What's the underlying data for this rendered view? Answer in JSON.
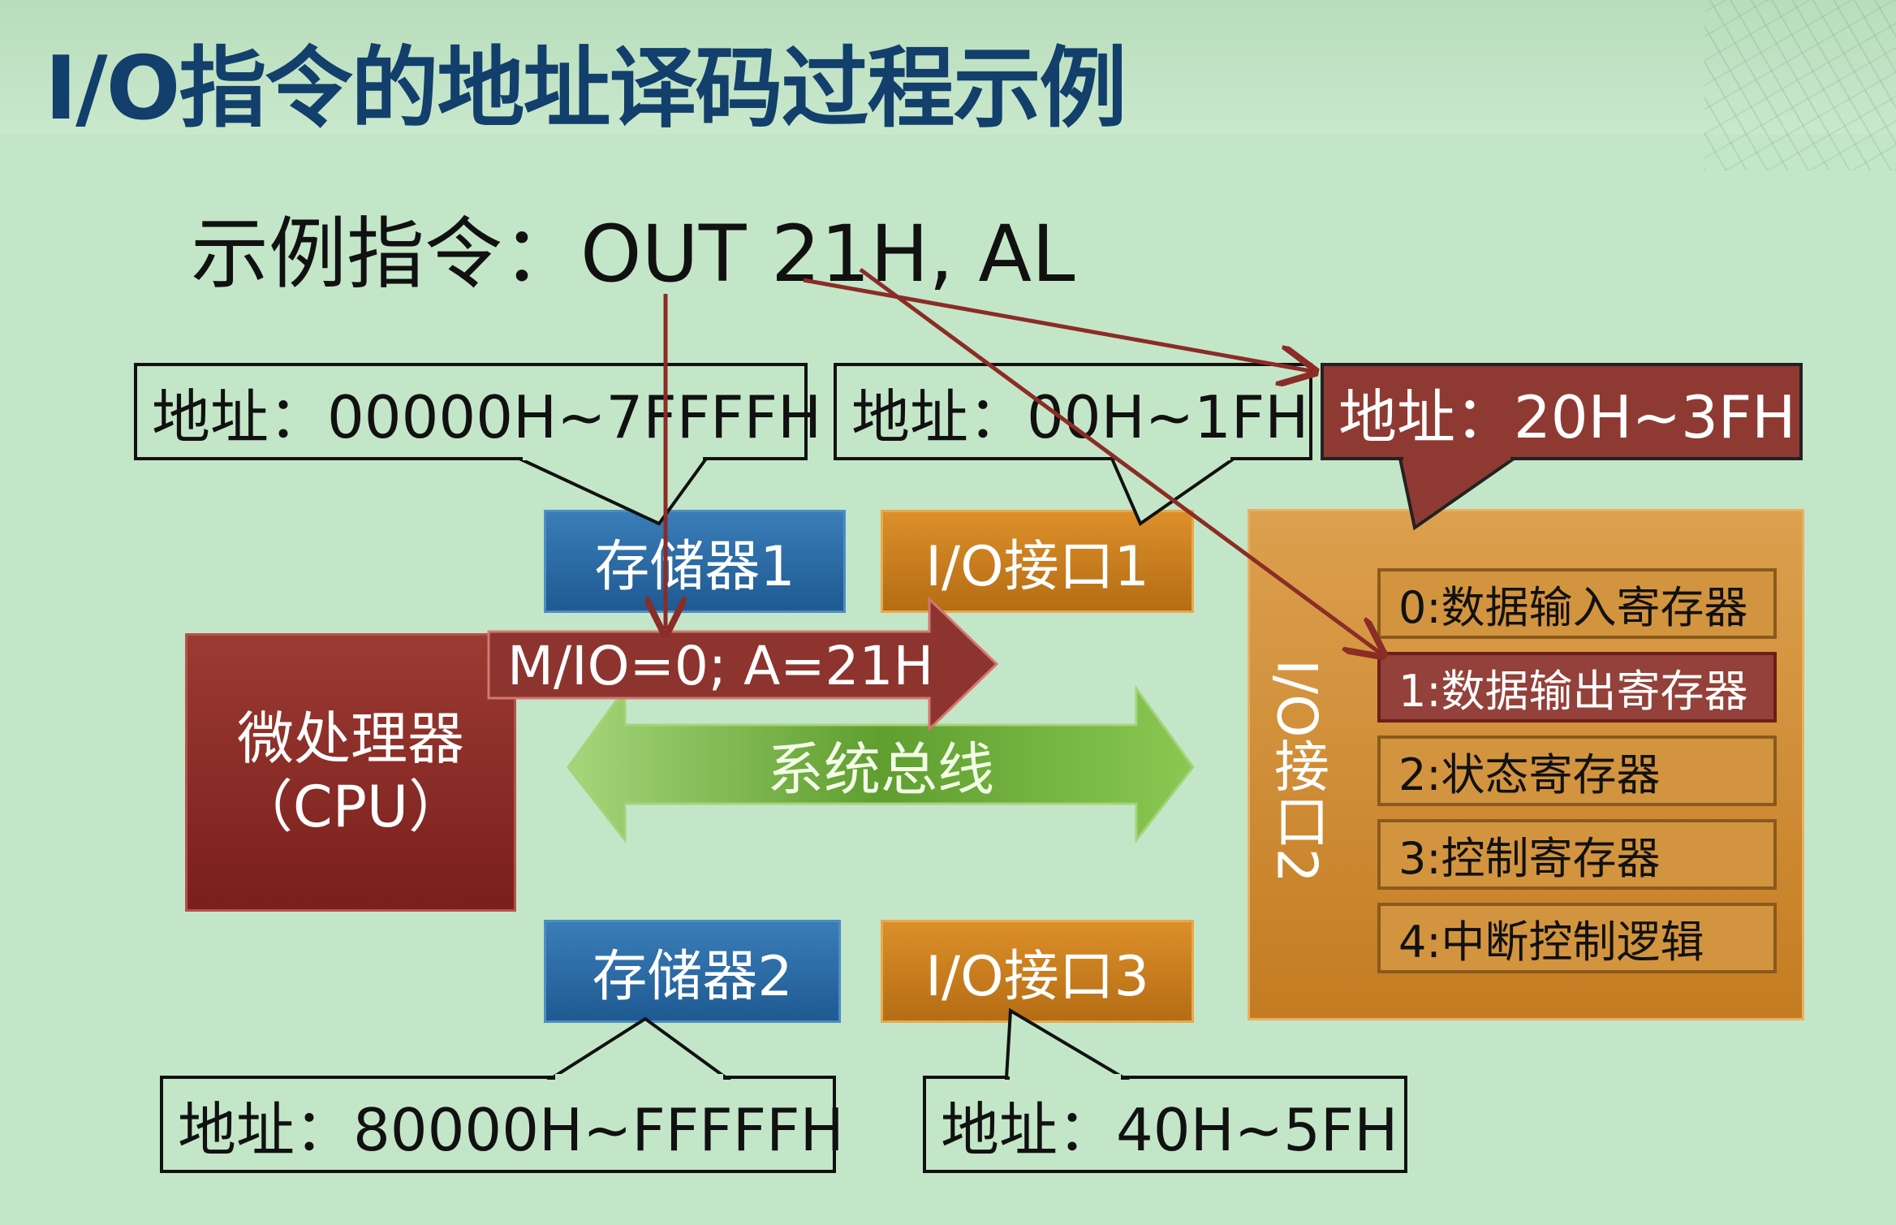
{
  "slide": {
    "title": "I/O指令的地址译码过程示例"
  },
  "instruction": "示例指令：OUT  21H, AL",
  "callouts": {
    "memory1_addr": "地址：00000H~7FFFFH",
    "io1_addr": "地址：00H~1FH",
    "io2_addr": "地址：20H~3FH",
    "memory2_addr": "地址：80000H~FFFFFH",
    "io3_addr": "地址：40H~5FH"
  },
  "blocks": {
    "memory1": "存储器1",
    "io1": "I/O接口1",
    "memory2": "存储器2",
    "io3": "I/O接口3",
    "cpu_line1": "微处理器",
    "cpu_line2": "（CPU）",
    "io2": "I/O接口2"
  },
  "bus": {
    "signal": "M/IO=0; A=21H",
    "label": "系统总线"
  },
  "registers": [
    {
      "label": "0:数据输入寄存器",
      "active": false
    },
    {
      "label": "1:数据输出寄存器",
      "active": true
    },
    {
      "label": "2:状态寄存器",
      "active": false
    },
    {
      "label": "3:控制寄存器",
      "active": false
    },
    {
      "label": "4:中断控制逻辑",
      "active": false
    }
  ],
  "colors": {
    "title": "#123f6b",
    "highlight": "#93413a",
    "memory": "#2a6aa5",
    "io": "#c77d1c",
    "cpu": "#8b2c27",
    "bus": "#6fb33a",
    "arrow": "#8b2c27"
  }
}
